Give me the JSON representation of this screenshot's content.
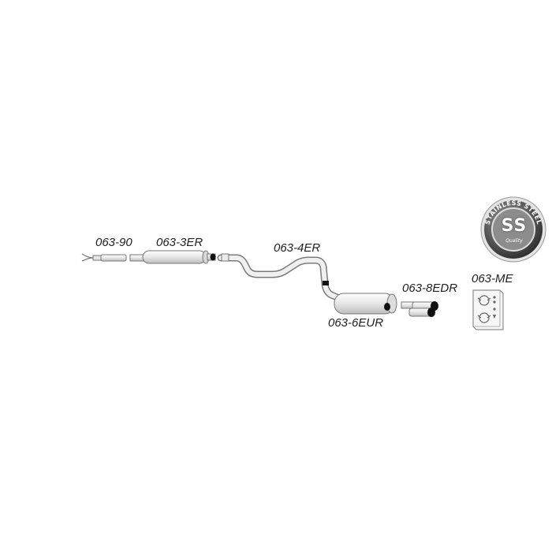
{
  "parts": [
    {
      "id": "063-90"
    },
    {
      "id": "063-3ER"
    },
    {
      "id": "063-4ER"
    },
    {
      "id": "063-6EUR"
    },
    {
      "id": "063-8EDR"
    },
    {
      "id": "063-ME"
    }
  ],
  "badge": {
    "ring_text": "STAINLESS STEEL",
    "center_text": "SS",
    "quality_text": "Quality"
  },
  "colors": {
    "pipe_fill": "#f2f2f2",
    "pipe_stroke": "#7a7a7a",
    "clamp": "#111111",
    "badge_dark": "#2b2b2b",
    "badge_mid": "#8c8c8c"
  }
}
